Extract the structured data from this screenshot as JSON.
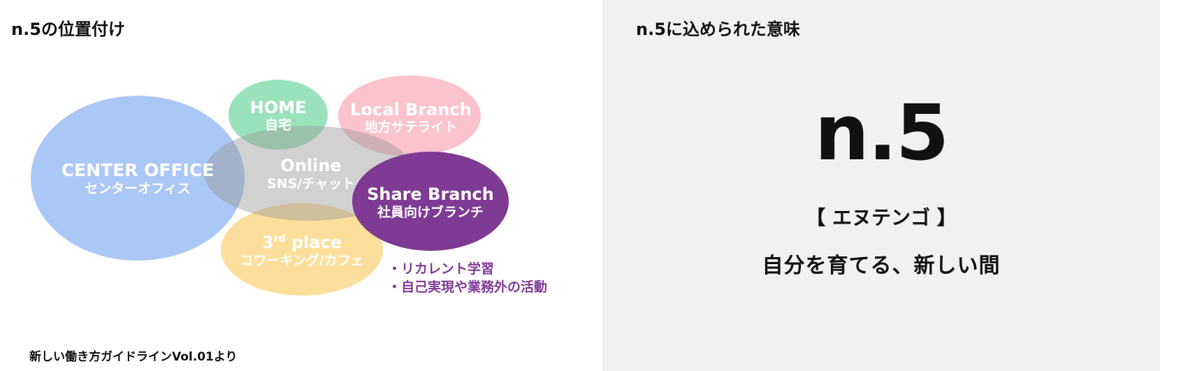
{
  "left": {
    "title": "n.5の位置付け",
    "nodes": {
      "center_office": {
        "en": "CENTER OFFICE",
        "ja": "センターオフィス"
      },
      "home": {
        "en": "HOME",
        "ja": "自宅"
      },
      "local_branch": {
        "en": "Local Branch",
        "ja": "地方サテライト"
      },
      "online": {
        "en": "Online",
        "ja": "SNS/チャット"
      },
      "share_branch": {
        "en": "Share Branch",
        "ja": "社員向けブランチ"
      },
      "third_place": {
        "num": "3",
        "sup": "rd",
        "en": " place",
        "ja": "コワーキング/カフェ"
      }
    },
    "notes": [
      "・リカレント学習",
      "・自己実現や業務外の活動"
    ],
    "source": "新しい働き方ガイドラインVol.01より"
  },
  "right": {
    "title": "n.5に込められた意味",
    "logo": "n.5",
    "reading": "【 エヌテンゴ 】",
    "tagline": "自分を育てる、新しい間"
  },
  "colors": {
    "center_office": "#a4c2f4",
    "home": "#8fdfb4",
    "local_branch": "#fbbcc8",
    "online": "#bdbdbd",
    "share_branch": "#7f3a94",
    "third_place": "#fbdc90",
    "right_panel_bg": "#f1f1f1"
  }
}
